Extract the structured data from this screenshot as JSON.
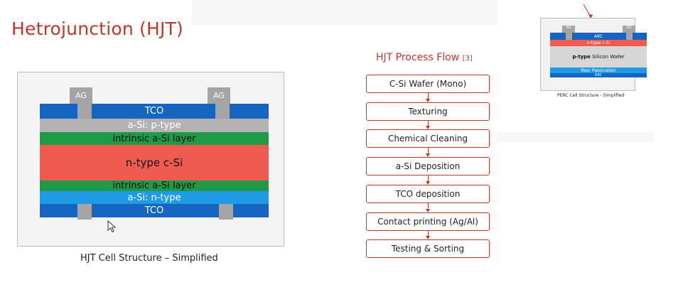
{
  "title": "Hetrojunction (HJT)",
  "hjt": {
    "contact_label": "AG",
    "layers": {
      "tco_top": "TCO",
      "a_si_p": "a-Si: p-type",
      "intrinsic_top": "intrinsic a-Si layer",
      "n_type": "n-type c-Si",
      "intrinsic_bottom": "intrinsic a-Si layer",
      "a_si_n": "a-Si: n-type",
      "tco_bottom": "TCO"
    },
    "caption": "HJT Cell Structure – Simplified"
  },
  "flow": {
    "title": "HJT Process Flow",
    "ref": "[3]",
    "steps": [
      "C-Si Wafer (Mono)",
      "Texturing",
      "Chemical Cleaning",
      "a-Si Deposition",
      "TCO deposition",
      "Contact printing (Ag/Al)",
      "Testing & Sorting"
    ]
  },
  "perc": {
    "contact_label": "AG",
    "arc_top": "ARC",
    "n_type": "n-type c-Si",
    "wafer_bold": "p-type",
    "wafer_rest": " Silicon Wafer",
    "rear_passivation": "Rear Passivation",
    "arc_bottom": "ARC",
    "caption": "PERC Cell Structure - Simplified"
  },
  "colors": {
    "accent_red": "#c0362c",
    "tco_blue": "#1565c0",
    "a_si_p_gray": "#b3b3b3",
    "intrinsic_green": "#1e9a48",
    "n_type_red": "#ef5b50",
    "a_si_n_blue": "#1e9be2",
    "contact_gray": "#a5a5a5"
  }
}
